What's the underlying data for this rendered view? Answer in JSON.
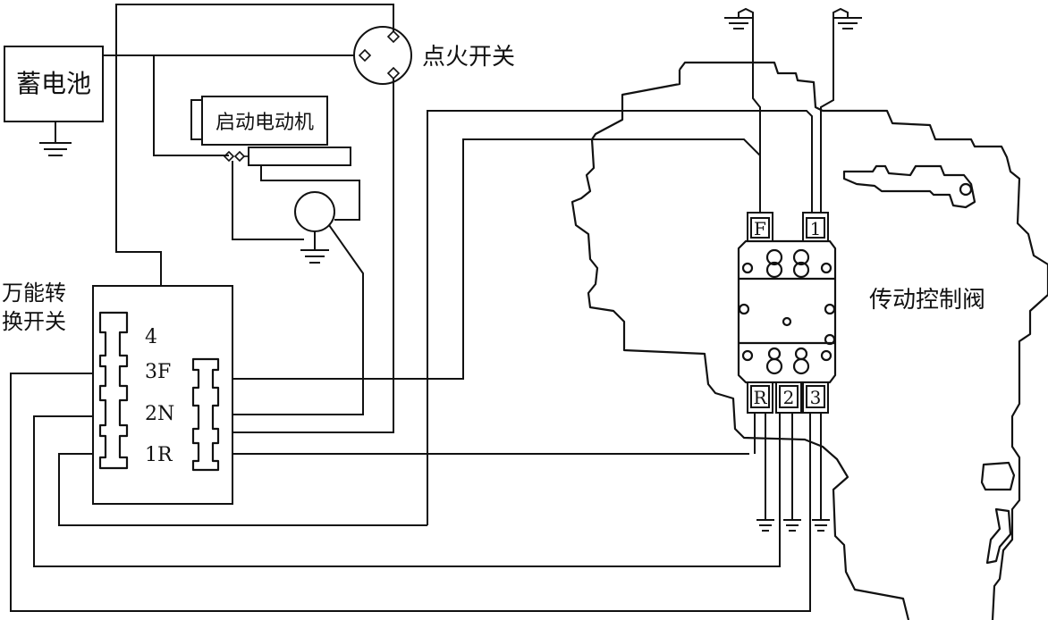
{
  "labels": {
    "battery": "蓄电池",
    "ignition_switch": "点火开关",
    "starter_motor": "启动电动机",
    "selector_switch_line1": "万能转",
    "selector_switch_line2": "换开关",
    "transmission_control_valve": "传动控制阀"
  },
  "switch_positions": [
    "4",
    "3F",
    "2N",
    "1R"
  ],
  "solenoids_top": [
    "F",
    "1"
  ],
  "solenoids_bottom": [
    "R",
    "2",
    "3"
  ],
  "colors": {
    "line": "#111111",
    "background": "#ffffff"
  }
}
